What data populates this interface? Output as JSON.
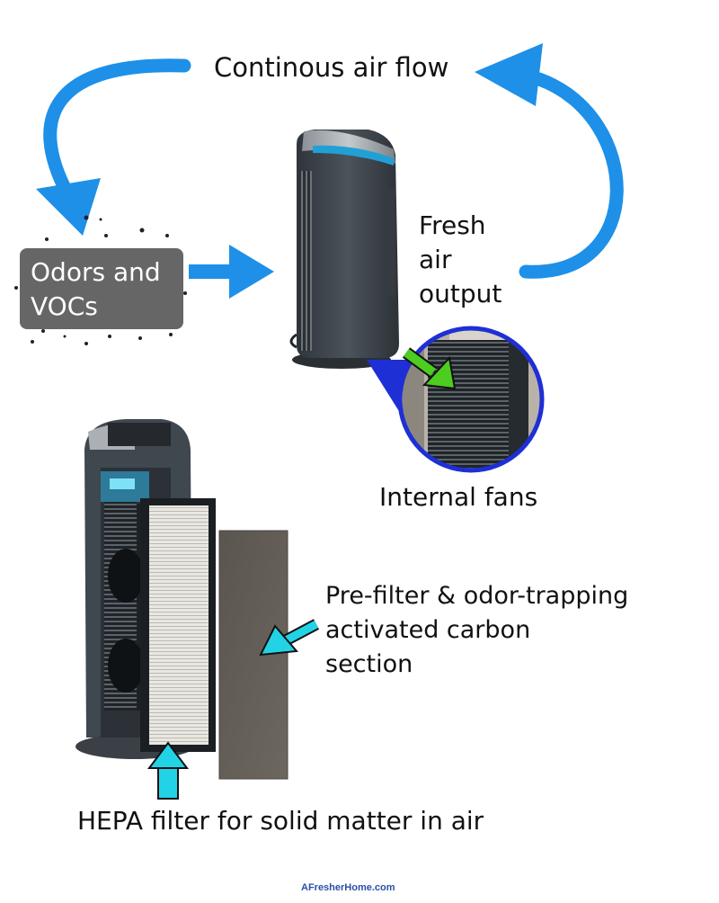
{
  "labels": {
    "air_flow": "Continous air flow",
    "odors": [
      "Odors and",
      "VOCs"
    ],
    "fresh_output": [
      "Fresh",
      "air",
      "output"
    ],
    "internal_fans": "Internal fans",
    "prefilter": [
      "Pre-filter & odor-trapping",
      "activated carbon",
      "section"
    ],
    "hepa": "HEPA filter for solid matter in air"
  },
  "watermark": "AFresherHome.com",
  "colors": {
    "flow_arrow": "#1e90e8",
    "pointer_arrow": "#22d3e6",
    "fan_arrow": "#4ccd1f",
    "zoom_ring": "#1f2fd6",
    "odor_box": "#666666",
    "purifier_body": "#3f474f"
  }
}
